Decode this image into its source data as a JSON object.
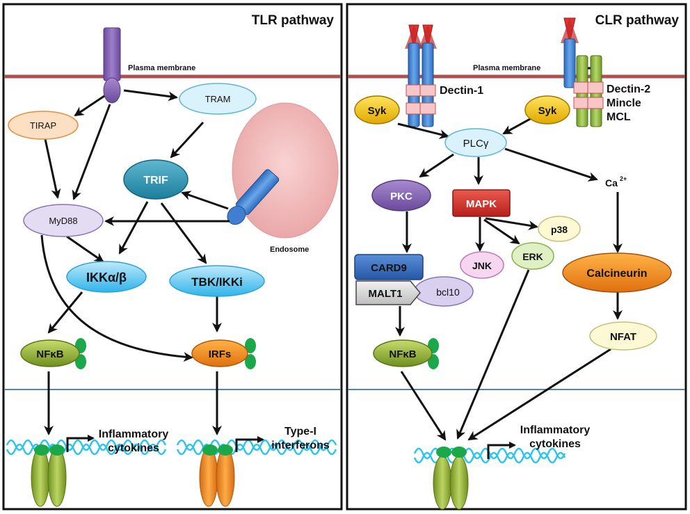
{
  "colors": {
    "membrane": "#b0504e",
    "nucleus_line": "#4f7fc0",
    "arrow": "#111111"
  },
  "tlr": {
    "title": "TLR pathway",
    "membrane_label": "Plasma membrane",
    "endosome_label": "Endosome",
    "nodes": {
      "tirap": "TIRAP",
      "tram": "TRAM",
      "trif": "TRIF",
      "myd88": "MyD88",
      "ikk": "IKKα/β",
      "tbk": "TBK/IKKi",
      "nfkb": "NFκB",
      "irfs": "IRFs"
    },
    "outputs": {
      "inflammatory_1": "Inflammatory",
      "inflammatory_2": "cytokines",
      "typei_1": "Type-I",
      "typei_2": "interferons"
    }
  },
  "clr": {
    "title": "CLR pathway",
    "membrane_label": "Plasma membrane",
    "receptors": {
      "dectin1": "Dectin-1",
      "dectin2": "Dectin-2",
      "mincle": "Mincle",
      "mcl": "MCL"
    },
    "nodes": {
      "syk_left": "Syk",
      "syk_right": "Syk",
      "plcg": "PLCγ",
      "pkc": "PKC",
      "mapk": "MAPK",
      "ca": "Ca",
      "ca_sup": "2+",
      "p38": "p38",
      "jnk": "JNK",
      "erk": "ERK",
      "card9": "CARD9",
      "malt1": "MALT1",
      "bcl10": "bcl10",
      "calcineurin": "Calcineurin",
      "nfat": "NFAT",
      "nfkb": "NFκB"
    },
    "outputs": {
      "inflammatory_1": "Inflammatory",
      "inflammatory_2": "cytokines"
    }
  }
}
